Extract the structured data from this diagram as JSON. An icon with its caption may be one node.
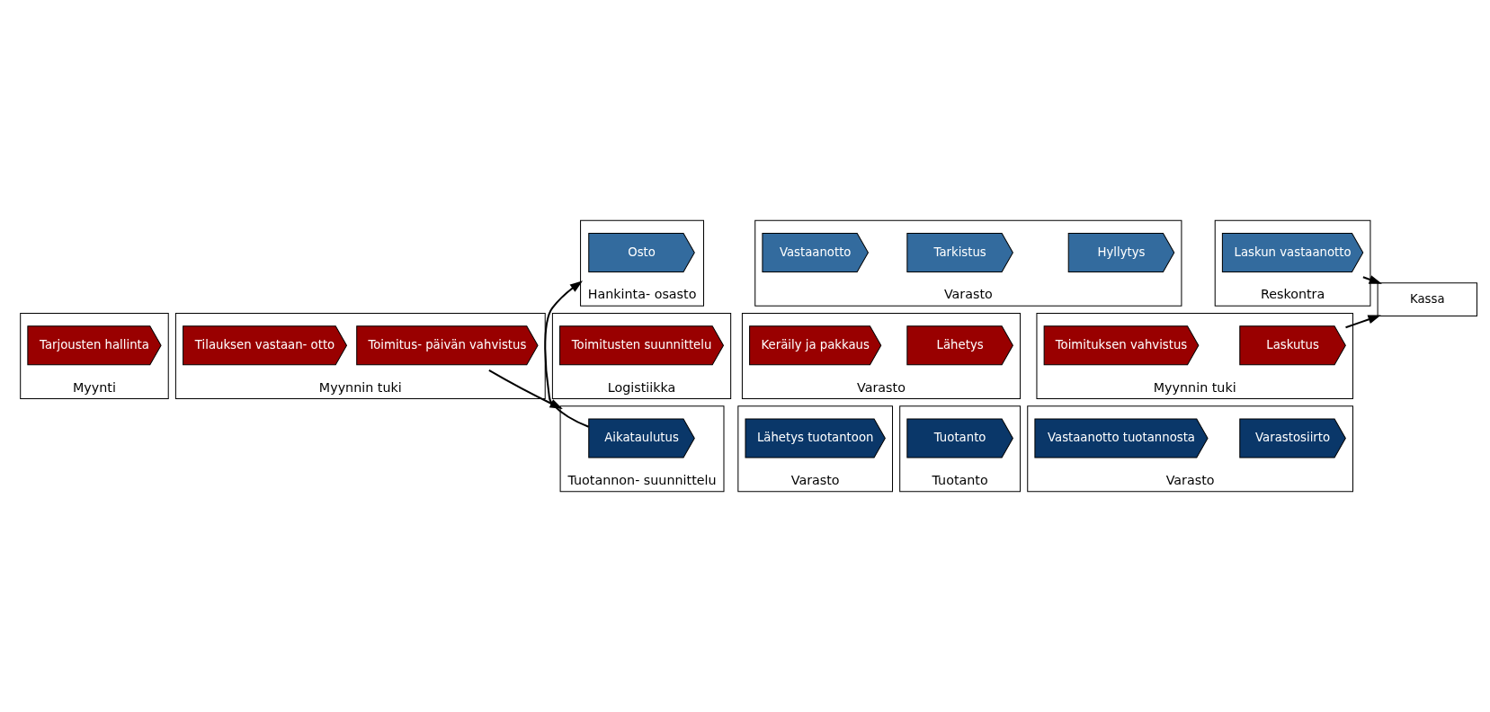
{
  "diagram": {
    "nodes": [
      {
        "text": [
          "Hankinta- osasto"
        ]
      },
      {
        "text": [
          "Osto"
        ],
        "in": 0
      },
      {
        "text": [
          "Varasto"
        ]
      },
      {
        "text": [
          "Vastaanotto"
        ],
        "in": 2
      },
      {
        "text": [
          "Tarkistus"
        ],
        "in": 2
      },
      {
        "text": [
          "Hyllytys"
        ],
        "in": 2
      },
      {
        "text": [
          "Reskontra"
        ]
      },
      {
        "text": [
          "Laskun vastaanotto"
        ],
        "in": 6
      },
      {
        "text": [
          "Kassa"
        ]
      },
      {
        "text": [
          "Tuotannon- suunnittelu"
        ]
      },
      {
        "text": [
          "Aikataulutus"
        ],
        "in": 9
      },
      {
        "text": [
          "Varasto"
        ]
      },
      {
        "text": [
          "Lähetys tuotantoon"
        ],
        "in": 11
      },
      {
        "text": [
          "Tuotanto"
        ]
      },
      {
        "text": [
          "Tuotanto"
        ],
        "in": 13
      },
      {
        "text": [
          "Varasto"
        ]
      },
      {
        "text": [
          "Vastaanotto tuotannosta"
        ],
        "in": 15
      },
      {
        "text": [
          "Varastosiirto"
        ],
        "in": 15
      },
      {
        "text": [
          "Myynti"
        ]
      },
      {
        "text": [
          "Tarjousten hallinta"
        ],
        "in": 18
      },
      {
        "text": [
          "Myynnin tuki"
        ]
      },
      {
        "text": [
          "Tilauksen vastaan- otto"
        ],
        "in": 20
      },
      {
        "text": [
          "Toimitus- päivän vahvistus"
        ],
        "in": 20
      },
      {
        "text": [
          "Logistiikka"
        ]
      },
      {
        "text": [
          "Toimitusten suunnittelu"
        ],
        "in": 23
      },
      {
        "text": [
          "Varasto"
        ]
      },
      {
        "text": [
          "Keräily ja pakkaus"
        ],
        "in": 25
      },
      {
        "text": [
          "Lähetys"
        ],
        "in": 25
      },
      {
        "text": [
          "Myynnin tuki"
        ]
      },
      {
        "text": [
          "Toimituksen vahvistus"
        ],
        "in": 28
      },
      {
        "text": [
          "Laskutus"
        ],
        "in": 28
      }
    ],
    "edges": [
      {
        "from": 7,
        "to": 8,
        "arrow": "to"
      },
      {
        "from": 30,
        "to": 8,
        "arrow": "to"
      },
      {
        "from": 10,
        "to": 0,
        "arrow": "to"
      },
      {
        "from": 22,
        "to": 9,
        "arrow": "to"
      }
    ]
  }
}
